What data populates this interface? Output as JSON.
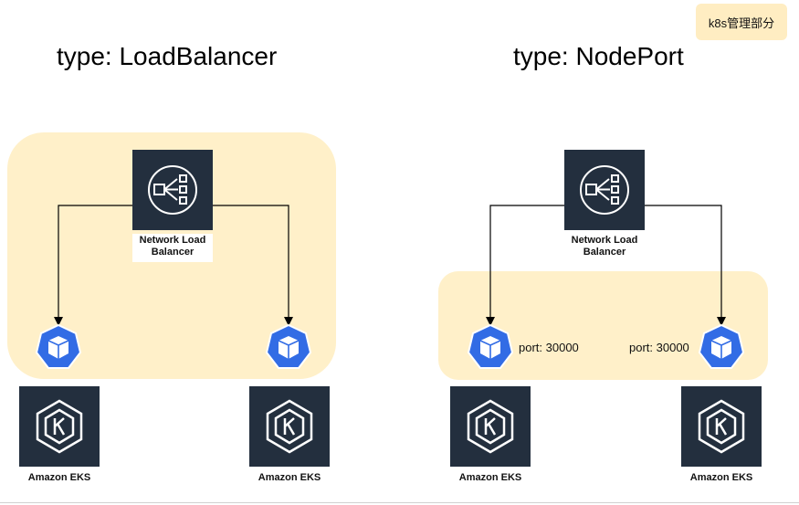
{
  "colors": {
    "region_fill": "#FFF0C9",
    "legend_fill": "#FFEDC2",
    "aws_tile": "#232F3E",
    "k8s_blue": "#326CE5",
    "line": "#000000",
    "footer": "#D0D0D0"
  },
  "legend": {
    "label": "k8s管理部分"
  },
  "left_panel": {
    "title": "type: LoadBalancer",
    "nlb_label": "Network Load Balancer",
    "eks_left_label": "Amazon EKS",
    "eks_right_label": "Amazon EKS"
  },
  "right_panel": {
    "title": "type: NodePort",
    "nlb_label": "Network Load Balancer",
    "port_left": "port: 30000",
    "port_right": "port: 30000",
    "eks_left_label": "Amazon EKS",
    "eks_right_label": "Amazon EKS"
  },
  "icons": {
    "nlb": "network-load-balancer-icon",
    "k8s_node": "kubernetes-node-icon",
    "eks": "amazon-eks-icon"
  }
}
